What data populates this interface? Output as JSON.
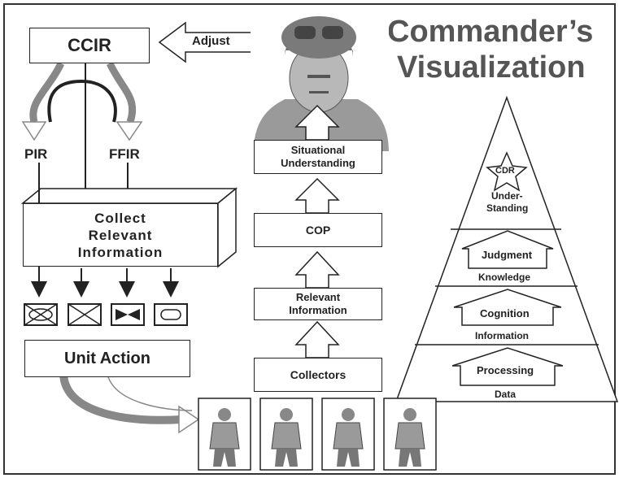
{
  "title": {
    "line1": "Commander’s",
    "line2": "Visualization"
  },
  "left": {
    "ccir": "CCIR",
    "adjust": "Adjust",
    "pir": "PIR",
    "ffir": "FFIR",
    "collect": [
      "Collect",
      "Relevant",
      "Information"
    ],
    "unit_action": "Unit Action"
  },
  "middle": {
    "situational": [
      "Situational",
      "Understanding"
    ],
    "cop": "COP",
    "relevant": [
      "Relevant",
      "Information"
    ],
    "collectors": "Collectors"
  },
  "pyramid": {
    "cdr": "CDR",
    "understanding": [
      "Under-",
      "Standing"
    ],
    "judgment": "Judgment",
    "knowledge": "Knowledge",
    "cognition": "Cognition",
    "information": "Information",
    "processing": "Processing",
    "data": "Data"
  },
  "icons": {
    "unit_symbols": [
      "infantry-symbol",
      "infantry-symbol",
      "special-symbol",
      "armor-symbol"
    ],
    "soldiers": [
      "soldier-icon",
      "soldier-icon",
      "soldier-icon",
      "soldier-icon"
    ]
  },
  "colors": {
    "ink": "#222222",
    "grey": "#8a8a8a",
    "title": "#555555"
  }
}
